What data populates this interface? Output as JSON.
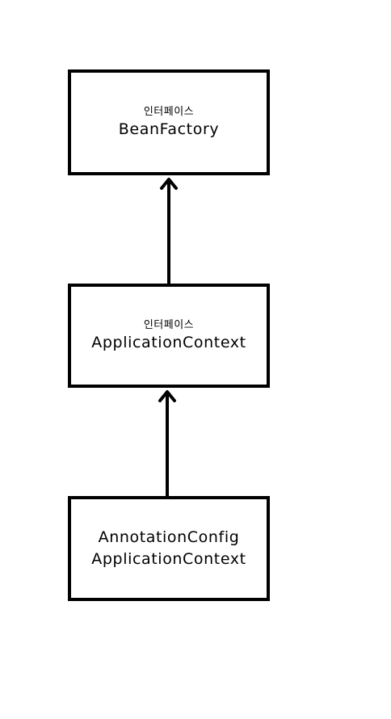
{
  "diagram": {
    "bean_factory": {
      "stereotype": "인터페이스",
      "name": "BeanFactory"
    },
    "application_context": {
      "stereotype": "인터페이스",
      "name": "ApplicationContext"
    },
    "annotation_config": {
      "name_line1": "AnnotationConfig",
      "name_line2": "ApplicationContext"
    },
    "line_color": "#000000",
    "background_color": "#ffffff"
  }
}
